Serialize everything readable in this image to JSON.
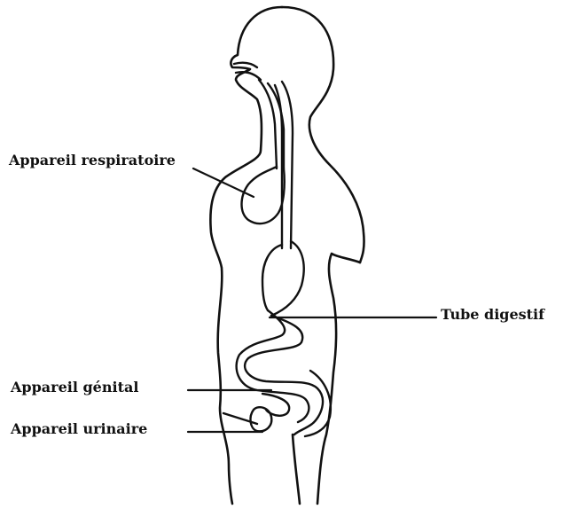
{
  "labels": {
    "respiratory": "Appareil respiratoire",
    "digestive": "Tube digestif",
    "genital": "Appareil génital",
    "urinary": "Appareil urinaire"
  },
  "colors": {
    "ink": "#111111",
    "background": "#ffffff"
  }
}
